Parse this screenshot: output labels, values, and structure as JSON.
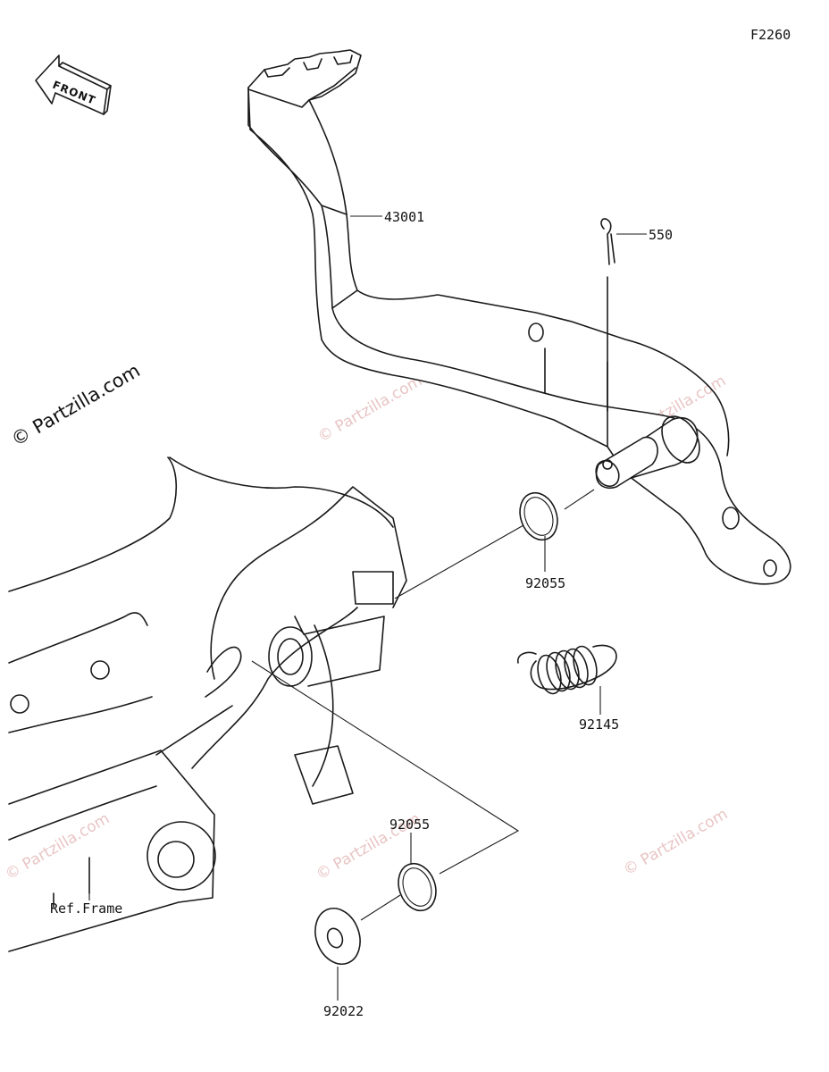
{
  "figure_code": "F2260",
  "front_arrow_text": "FRONT",
  "credit_text": "© Partzilla.com",
  "watermark_text": "© Partzilla.com",
  "ref_label": "Ref.Frame",
  "parts": [
    {
      "id": "p-43001",
      "number": "43001"
    },
    {
      "id": "p-550",
      "number": "550"
    },
    {
      "id": "p-92055-a",
      "number": "92055"
    },
    {
      "id": "p-92145",
      "number": "92145"
    },
    {
      "id": "p-92055-b",
      "number": "92055"
    },
    {
      "id": "p-92022",
      "number": "92022"
    }
  ],
  "colors": {
    "line": "#1a1a1a",
    "watermark": "#e9c4c4",
    "background": "#ffffff"
  }
}
